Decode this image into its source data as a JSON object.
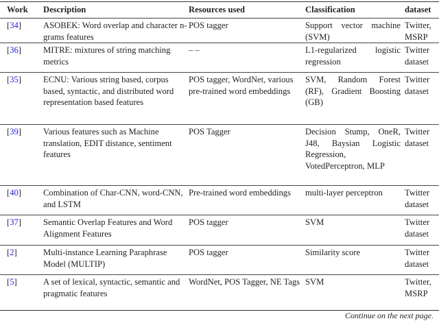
{
  "table": {
    "headers": [
      "Work",
      "Description",
      "Resources used",
      "Classification",
      "dataset"
    ],
    "rows": [
      {
        "ref": "34",
        "description": "ASOBEK: Word overlap and character n-grams features",
        "resources": "POS tagger",
        "classification": "Support vector machine (SVM)",
        "dataset": "Twitter, MSRP"
      },
      {
        "ref": "36",
        "description": "MITRE: mixtures of string matching metrics",
        "resources": "– –",
        "classification": "L1-regularized logistic regression",
        "dataset": "Twitter dataset"
      },
      {
        "ref": "35",
        "description": "ECNU: Various string based, corpus based, syntactic, and distributed word representation based features",
        "resources": "POS tagger, WordNet, various pre-trained word embeddings",
        "classification": "SVM, Random Forest (RF), Gradient Boosting (GB)",
        "dataset": "Twitter dataset"
      },
      {
        "ref": "39",
        "description": "Various features such as Machine translation, EDIT distance, sentiment features",
        "resources": "POS Tagger",
        "classification": "Decision Stump, OneR, J48, Baysian Logistic Regression, VotedPerceptron, MLP",
        "dataset": "Twitter dataset"
      },
      {
        "ref": "40",
        "description": "Combination of Char-CNN, word-CNN, and LSTM",
        "resources": "Pre-trained word embeddings",
        "classification": "multi-layer perceptron",
        "dataset": "Twitter dataset"
      },
      {
        "ref": "37",
        "description": "Semantic Overlap Features and Word Alignment Features",
        "resources": "POS tagger",
        "classification": "SVM",
        "dataset": "Twitter dataset"
      },
      {
        "ref": "2",
        "description": "Multi-instance Learning Paraphrase Model (MULTIP)",
        "resources": "POS tagger",
        "classification": "Similarity score",
        "dataset": "Twitter dataset"
      },
      {
        "ref": "5",
        "description": "A set of lexical, syntactic, semantic and pragmatic features",
        "resources": "WordNet, POS Tagger, NE Tags",
        "classification": "SVM",
        "dataset": "Twitter, MSRP"
      }
    ]
  },
  "footer": "Continue on the next page.",
  "colors": {
    "link": "#2424d8"
  }
}
